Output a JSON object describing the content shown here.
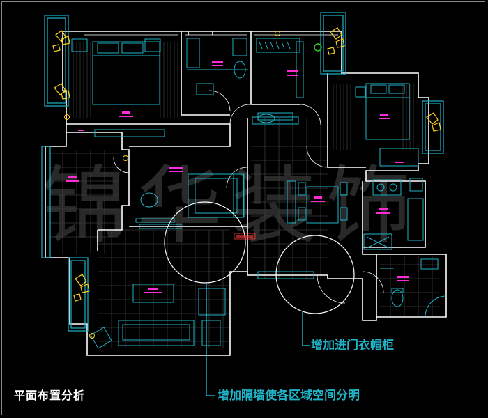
{
  "caption": "平面布置分析",
  "watermark": "锦华装饰",
  "annotations": {
    "closet": "增加进门衣帽柜",
    "partition": "增加隔墙使各区域空间分明"
  },
  "colors": {
    "background": "#000000",
    "wall": "#ffffff",
    "furniture": "#1fb3c7",
    "room_label": "#ff2bd6",
    "plant": "#ffd21a",
    "annotation": "#1fb3c7",
    "watermark": "#ffffff"
  }
}
